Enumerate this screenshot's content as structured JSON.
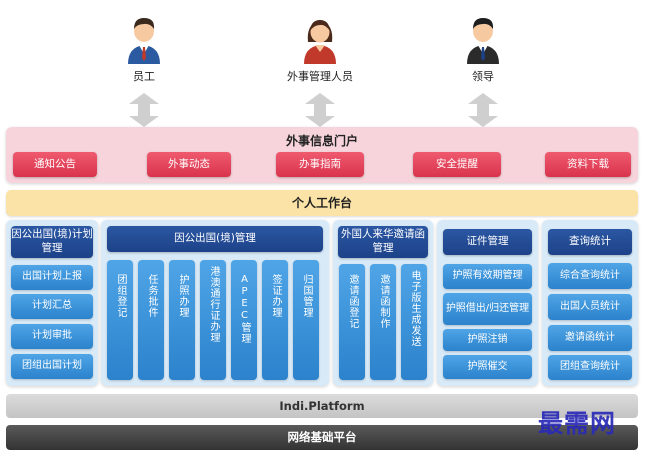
{
  "users": [
    {
      "label": "员工",
      "role": "employee"
    },
    {
      "label": "外事管理人员",
      "role": "admin"
    },
    {
      "label": "领导",
      "role": "leader"
    }
  ],
  "portal": {
    "title": "外事信息门户",
    "buttons": [
      "通知公告",
      "外事动态",
      "办事指南",
      "安全提醒",
      "资料下载"
    ]
  },
  "workbench": {
    "title": "个人工作台"
  },
  "modules": {
    "plan": {
      "title": "因公出国(境)计划管理",
      "items": [
        "出国计划上报",
        "计划汇总",
        "计划审批",
        "团组出国计划"
      ]
    },
    "trip": {
      "title": "因公出国(境)管理",
      "items": [
        "团组登记",
        "任务批件",
        "护照办理",
        "港澳通行证办理",
        "APEC管理",
        "签证办理",
        "归国管理"
      ]
    },
    "invite": {
      "title": "外国人来华邀请函管理",
      "items": [
        "邀请函登记",
        "邀请函制作",
        "电子版生成发送"
      ]
    },
    "cert": {
      "title": "证件管理",
      "items": [
        "护照有效期管理",
        "护照借出/归还管理",
        "护照注销",
        "护照催交"
      ]
    },
    "stats": {
      "title": "查询统计",
      "items": [
        "综合查询统计",
        "出国人员统计",
        "邀请函统计",
        "团组查询统计"
      ]
    }
  },
  "platform": {
    "label": "Indi.Platform"
  },
  "network": {
    "label": "网络基础平台"
  },
  "watermark": "最需网",
  "colors": {
    "portal_bg": "#f7d4dc",
    "portal_button": "#e0445c",
    "workbench_bg": "#fbe3a7",
    "panel_bg": "#d8eaf8",
    "module_title": "#1f4a94",
    "module_item": "#3b93d9",
    "platform_bg": "#cfcfcf",
    "network_bg": "#444444"
  }
}
